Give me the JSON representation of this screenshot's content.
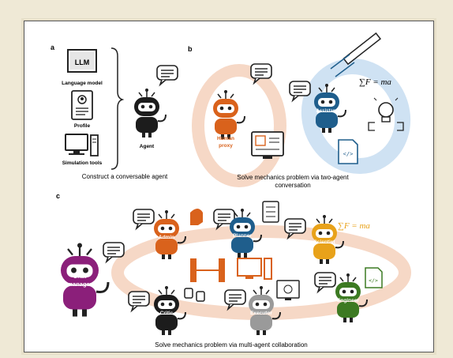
{
  "panel_a": {
    "letter": "a",
    "llm_box": "LLM",
    "language_model": "Language model",
    "profile": "Profile",
    "simulation_tools": "Simulation tools",
    "agent": "Agent",
    "caption": "Construct a conversable agent"
  },
  "panel_b": {
    "letter": "b",
    "human_proxy_1": "Human",
    "human_proxy_2": "proxy",
    "assistant": "Assistant",
    "formula": "∑F = ma",
    "caption_1": "Solve mechanics problem via two-agent",
    "caption_2": "conversation"
  },
  "panel_c": {
    "letter": "c",
    "admin": "Admin",
    "planner": "Planner",
    "scientist": "Scientist",
    "formula": "∑F = ma",
    "chat_manager_1": "Chat",
    "chat_manager_2": "manager",
    "critic": "Critic",
    "executor": "Executor",
    "engineer": "Engineer",
    "caption": "Solve mechanics problem via multi-agent collaboration"
  },
  "colors": {
    "black_agent": "#1c1c1c",
    "orange_agent": "#d9621c",
    "blue_agent": "#1f5e8c",
    "purple_agent": "#8b1f7a",
    "gold_agent": "#e8a21a",
    "green_agent": "#3c7a22",
    "gray_agent": "#9a9a9a",
    "ring_orange": "#f6d8c6",
    "ring_blue": "#cfe2f3"
  }
}
